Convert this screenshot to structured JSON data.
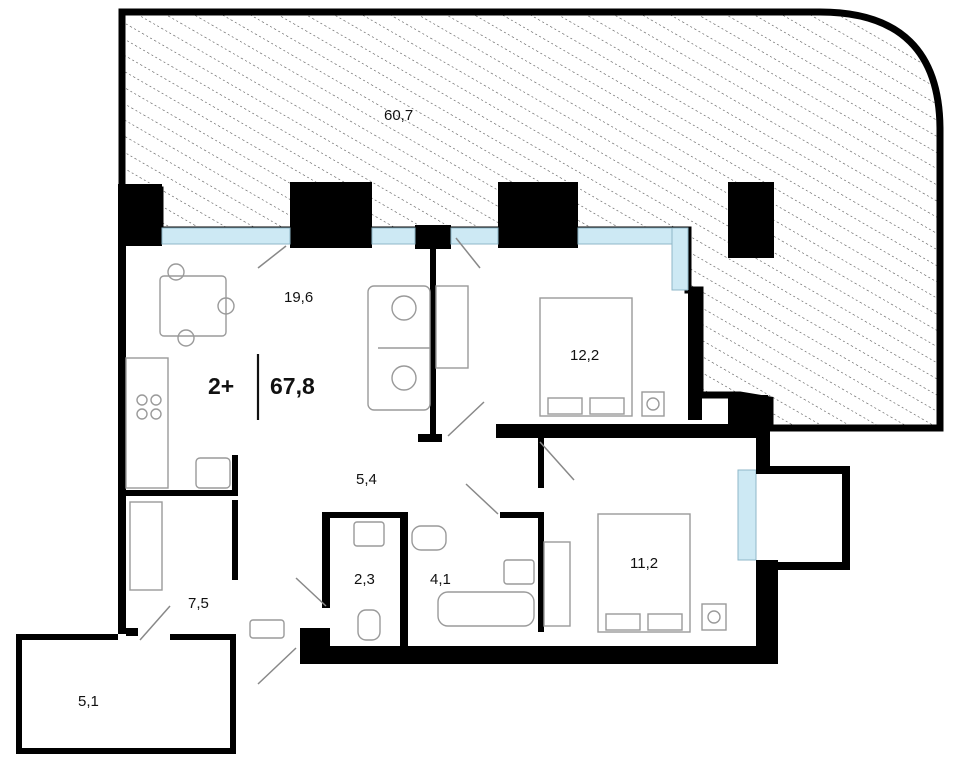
{
  "plan": {
    "rooms_label": "2+",
    "total_area": "67,8",
    "areas": {
      "terrace": "60,7",
      "living_kitchen": "19,6",
      "bedroom_1": "12,2",
      "bedroom_2": "11,2",
      "hall": "5,4",
      "wc": "2,3",
      "bathroom": "4,1",
      "entrance": "7,5",
      "storage": "5,1"
    }
  },
  "colors": {
    "wall": "#000000",
    "window": "#cde9f4",
    "hatch": "#444444",
    "furniture": "#9a9a9a",
    "background": "#ffffff"
  }
}
